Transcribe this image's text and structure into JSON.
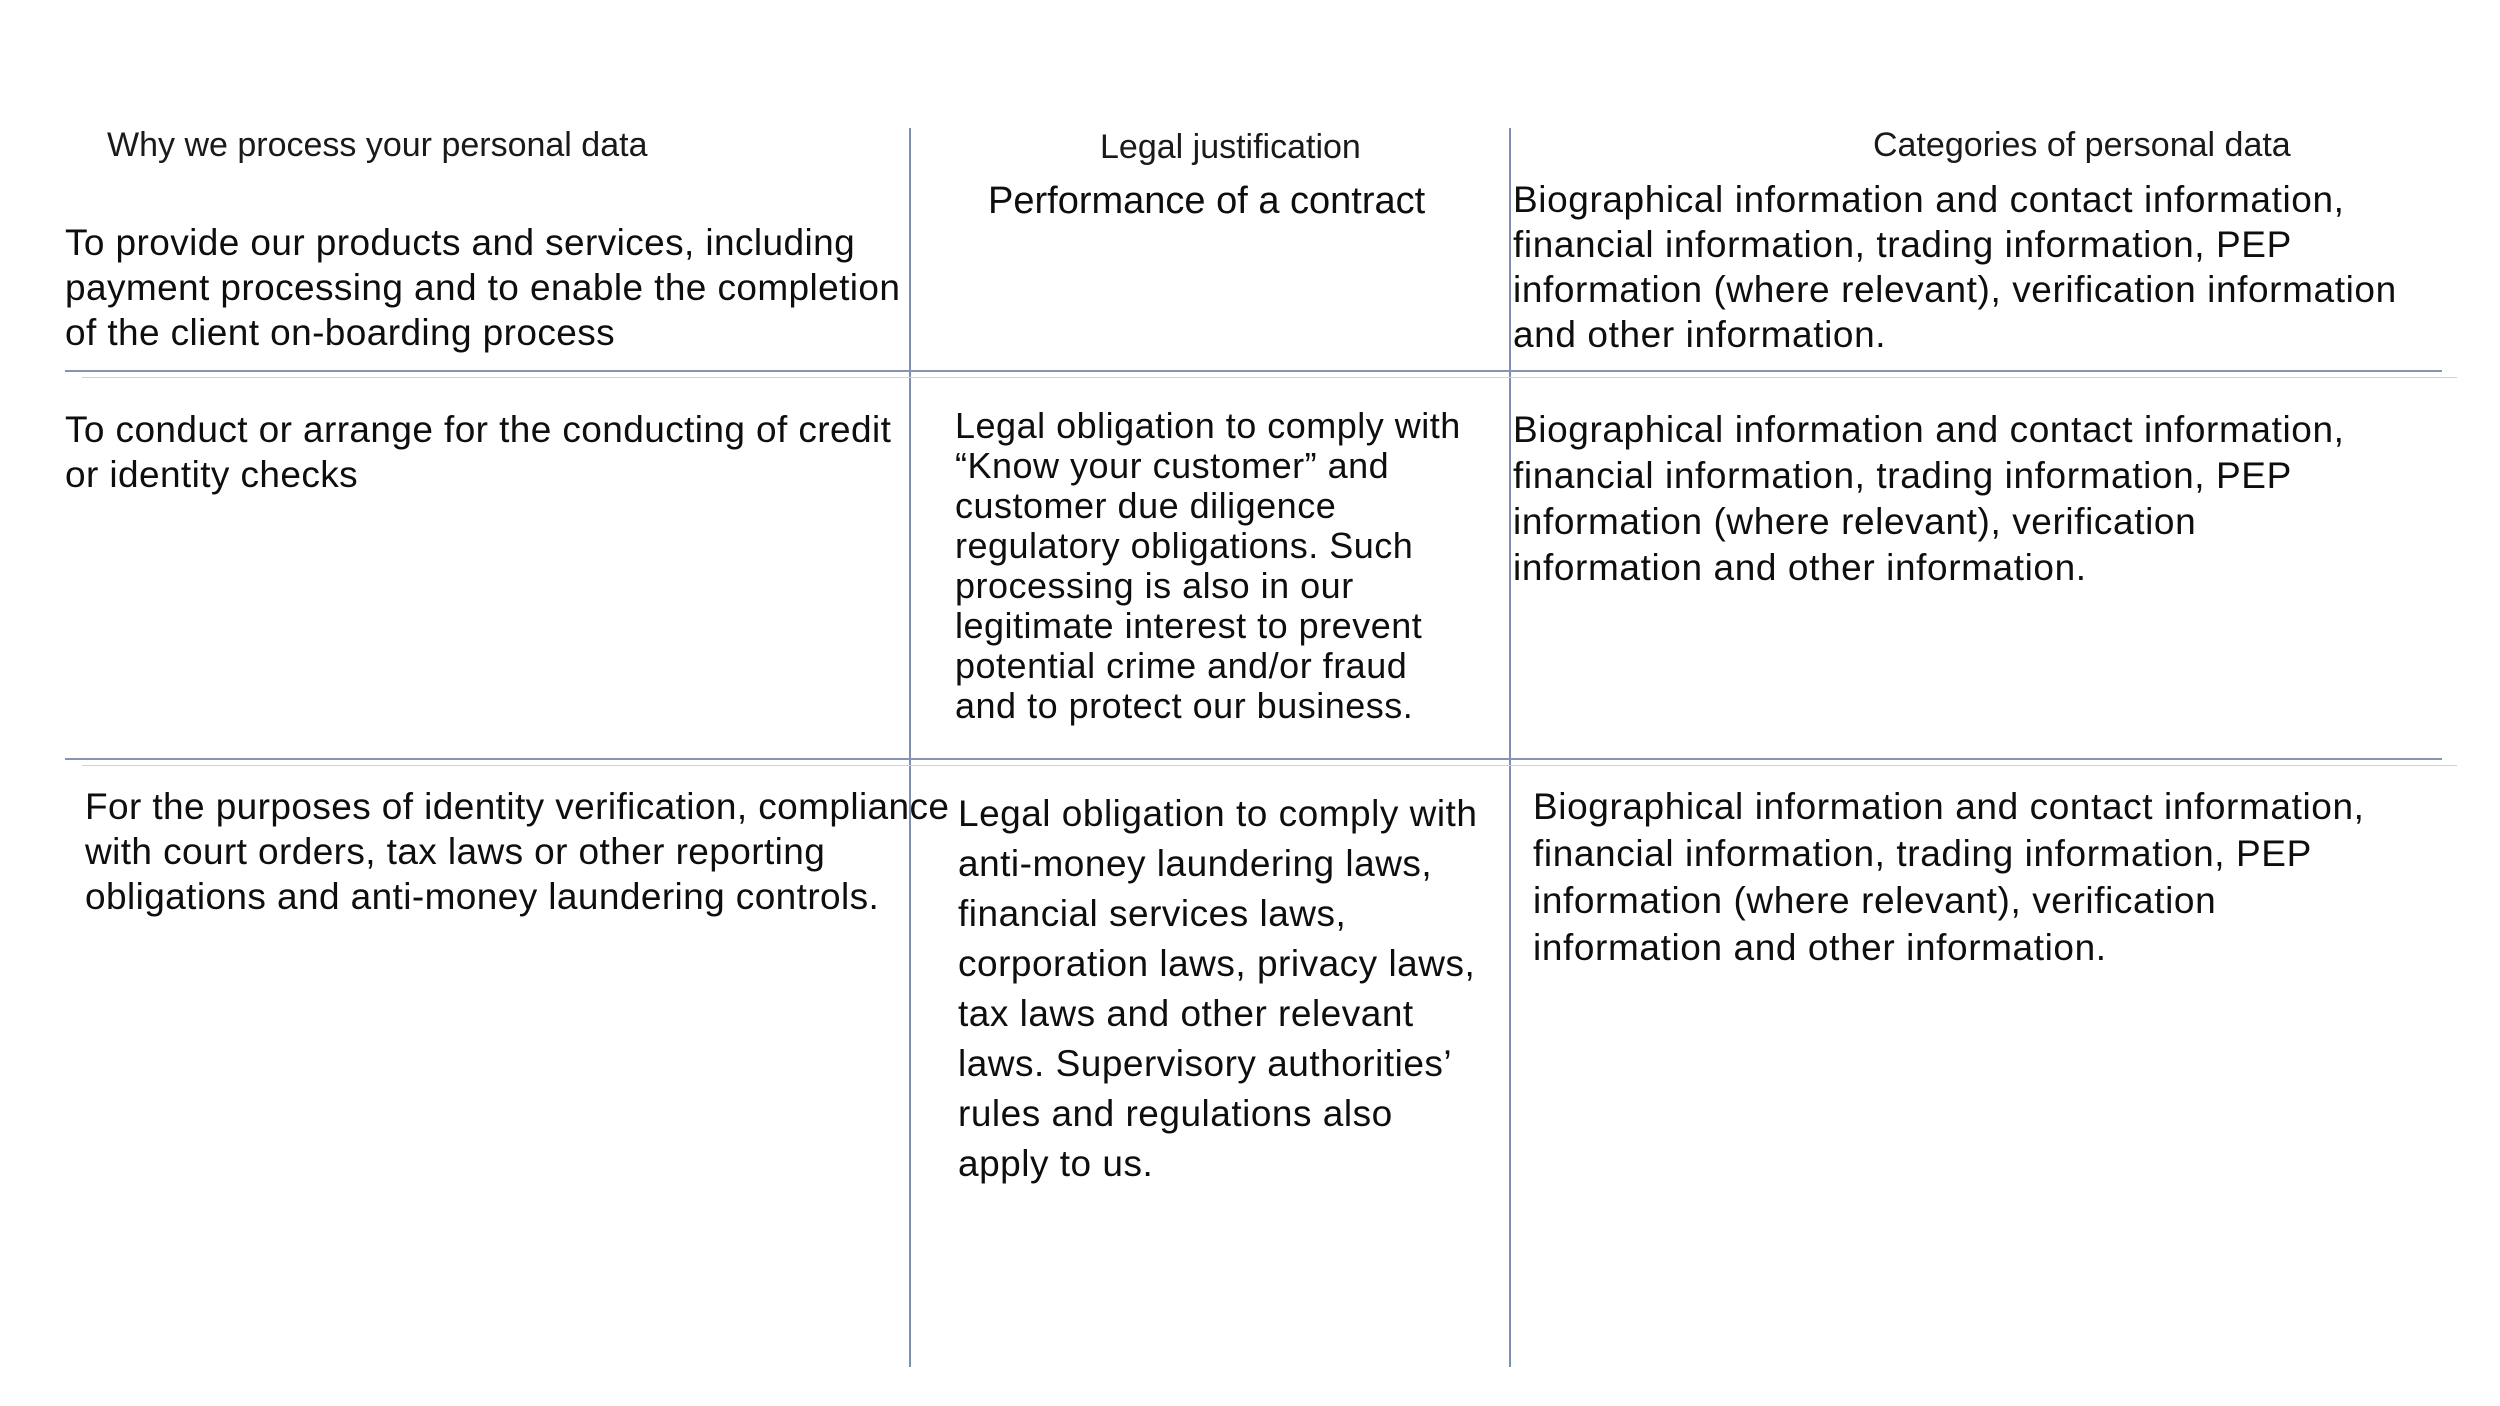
{
  "border_color": "#8494b4",
  "border_faint_color": "#c9d2e3",
  "text_color": "#0e0e0e",
  "table": {
    "columns": [
      {
        "header": "Why we process your personal data"
      },
      {
        "header": "Legal justification"
      },
      {
        "header": "Categories of personal data"
      }
    ],
    "rows": [
      {
        "why": "To provide our products and services, including\npayment processing and to enable the completion\nof the client on-boarding process",
        "legal": "Performance of a contract",
        "categories": "Biographical information and contact information,\nfinancial information, trading information, PEP\ninformation (where relevant), verification information\nand other information."
      },
      {
        "why": "To conduct or arrange for the conducting of credit\nor identity checks",
        "legal": "Legal obligation to comply with\n“Know your customer” and\ncustomer due diligence\nregulatory obligations. Such\nprocessing is also in our\nlegitimate interest to prevent\npotential crime and/or fraud\nand to protect our business.",
        "categories": "Biographical information and contact information,\nfinancial information, trading information, PEP\ninformation (where relevant), verification\ninformation and other information."
      },
      {
        "why": "For the purposes of identity verification, compliance\nwith court orders, tax laws or other reporting\nobligations and anti-money laundering controls.",
        "legal": "Legal obligation to comply with\nanti-money laundering laws,\nfinancial services laws,\ncorporation laws, privacy laws,\ntax laws and other relevant\nlaws. Supervisory authorities’\nrules and regulations also\napply to us.",
        "categories": "Biographical information and contact information,\nfinancial information, trading information, PEP\ninformation (where relevant), verification\ninformation and other information."
      }
    ]
  }
}
